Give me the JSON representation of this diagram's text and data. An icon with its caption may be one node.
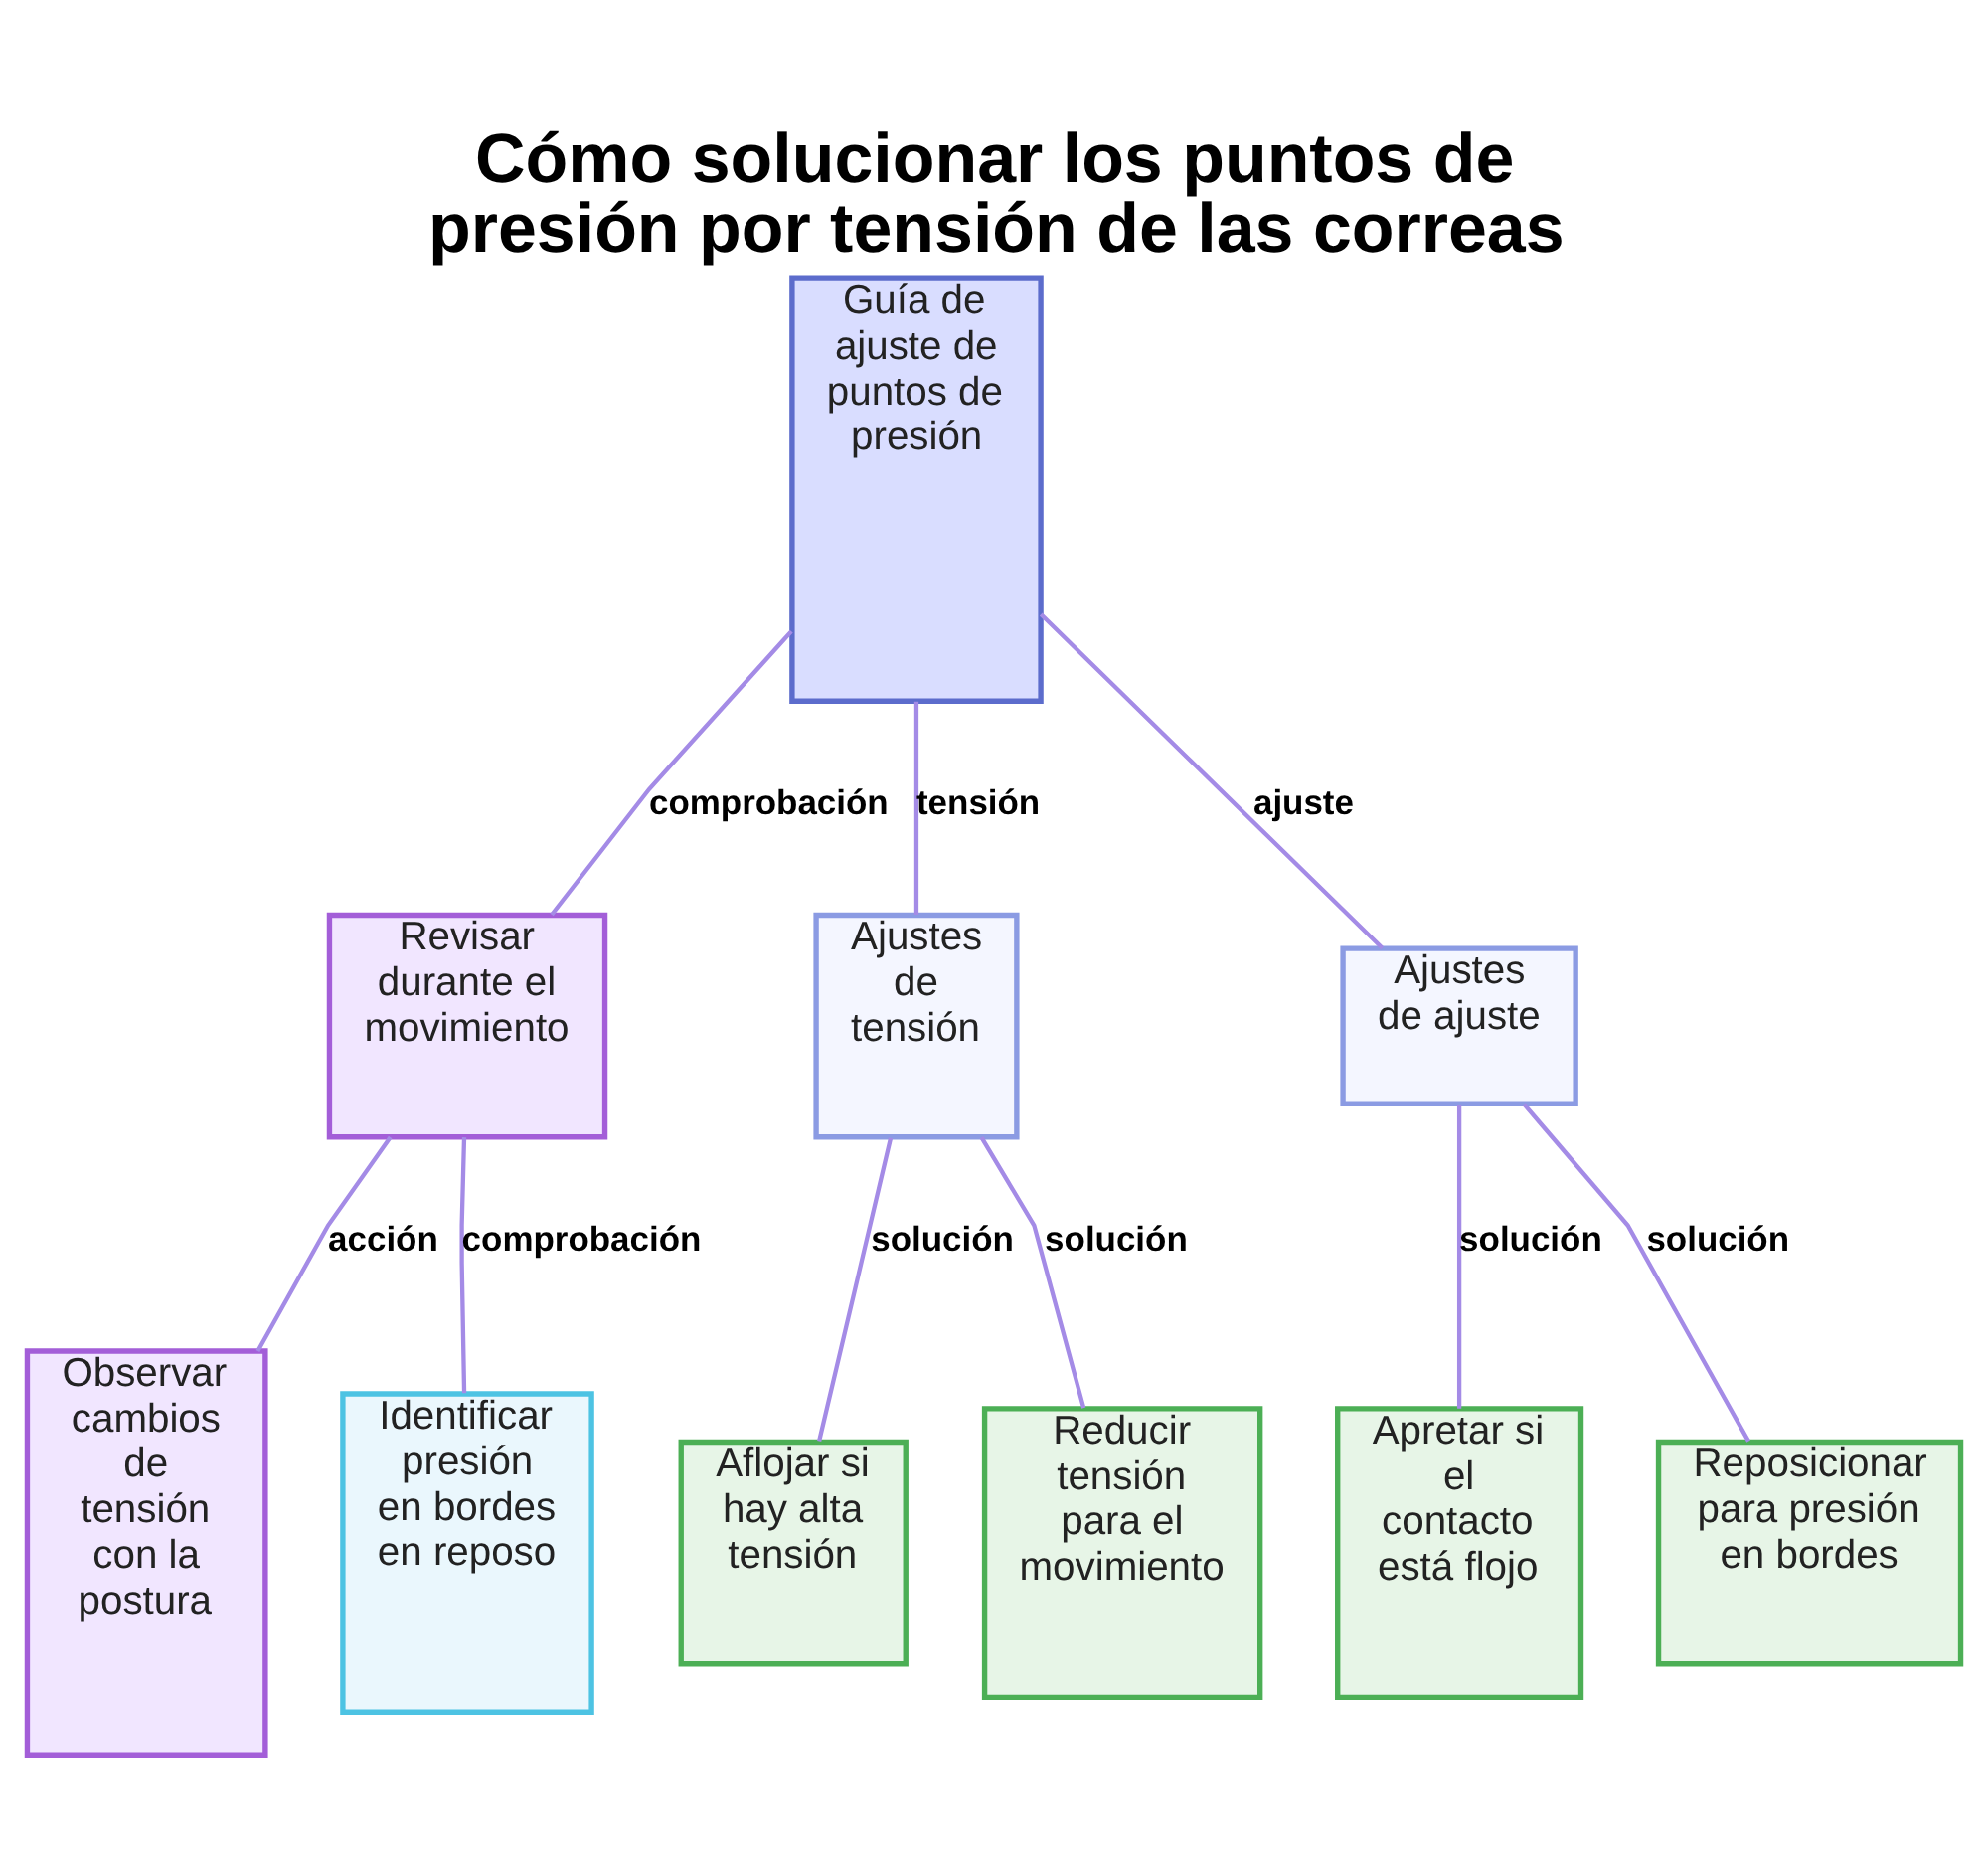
{
  "diagram": {
    "title": "Cómo solucionar los puntos de presión por tensión de las correas",
    "nodes": [
      {
        "text": [
          "Guía de ajuste de puntos de presión"
        ]
      },
      {
        "text": [
          "Revisar durante el movimiento"
        ]
      },
      {
        "text": [
          "Ajustes de tensión"
        ]
      },
      {
        "text": [
          "Ajustes de ajuste"
        ]
      },
      {
        "text": [
          "Observar cambios de tensión con la postura"
        ]
      },
      {
        "text": [
          "Identificar presión en bordes en reposo"
        ]
      },
      {
        "text": [
          "Aflojar si hay alta tensión"
        ]
      },
      {
        "text": [
          "Reducir tensión para el movimiento"
        ]
      },
      {
        "text": [
          "Apretar si el contacto está flojo"
        ]
      },
      {
        "text": [
          "Reposicionar para presión en bordes"
        ]
      }
    ],
    "edges": [
      {
        "from": 0,
        "to": 1,
        "arrow": "none",
        "label": "comprobación"
      },
      {
        "from": 0,
        "to": 2,
        "arrow": "none",
        "label": "tensión"
      },
      {
        "from": 0,
        "to": 3,
        "arrow": "none",
        "label": "ajuste"
      },
      {
        "from": 1,
        "to": 4,
        "arrow": "none",
        "label": "acción"
      },
      {
        "from": 1,
        "to": 5,
        "arrow": "none",
        "label": "comprobación"
      },
      {
        "from": 2,
        "to": 6,
        "arrow": "none",
        "label": "solución"
      },
      {
        "from": 2,
        "to": 7,
        "arrow": "none",
        "label": "solución"
      },
      {
        "from": 3,
        "to": 8,
        "arrow": "none",
        "label": "solución"
      },
      {
        "from": 3,
        "to": 9,
        "arrow": "none",
        "label": "solución"
      }
    ]
  }
}
